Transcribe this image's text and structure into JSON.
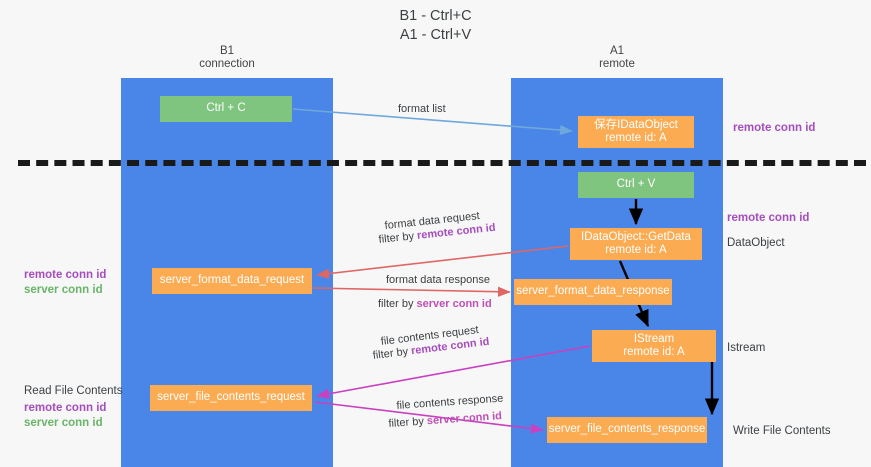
{
  "title": "B1 - Ctrl+C\nA1 - Ctrl+V",
  "lanes": [
    {
      "name": "b1",
      "header": "B1\nconnection"
    },
    {
      "name": "a1",
      "header": "A1\nremote"
    }
  ],
  "nodes": {
    "ctrl_c": "Ctrl + C",
    "idataobject": "保存IDataObject\nremote id: A",
    "ctrl_v": "Ctrl + V",
    "getdata": "IDataObject::GetData\nremote id: A",
    "server_format_data_request": "server_format_data_request",
    "server_format_data_response": "server_format_data_response",
    "istream": "IStream\nremote id: A",
    "server_file_contents_request": "server_file_contents_request",
    "server_file_contents_response": "server_file_contents_response"
  },
  "edge_labels": {
    "format_list": "format list",
    "format_data_request": "format data request",
    "format_data_request_filter_prefix": "filter by ",
    "format_data_request_filter_key": "remote conn id",
    "format_data_response": "format data response",
    "format_data_response_filter_prefix": "filter by ",
    "format_data_response_filter_key": "server conn id",
    "file_contents_request": "file contents request",
    "file_contents_request_filter_prefix": "filter by ",
    "file_contents_request_filter_key": "remote conn id",
    "file_contents_response": "file contents response",
    "file_contents_response_filter_prefix": "filter by ",
    "file_contents_response_filter_key": "server conn id"
  },
  "annotations": {
    "remote_conn_id_top": "remote conn id",
    "remote_conn_id_mid": "remote conn id",
    "dataobject": "DataObject",
    "istream": "Istream",
    "write_file_contents": "Write File Contents",
    "read_file_contents": "Read File Contents"
  },
  "legend": {
    "remote_conn_id": "remote conn id",
    "server_conn_id": "server conn id"
  },
  "colors": {
    "lane": "#4a86e8",
    "green_node": "#7fc47f",
    "orange_node": "#fbab52",
    "remote_key": "#a64dbd",
    "server_key": "#68b568",
    "edge_blue": "#6fa8dc",
    "edge_red": "#e06666",
    "edge_magenta": "#c940c0",
    "edge_black": "#000000"
  }
}
